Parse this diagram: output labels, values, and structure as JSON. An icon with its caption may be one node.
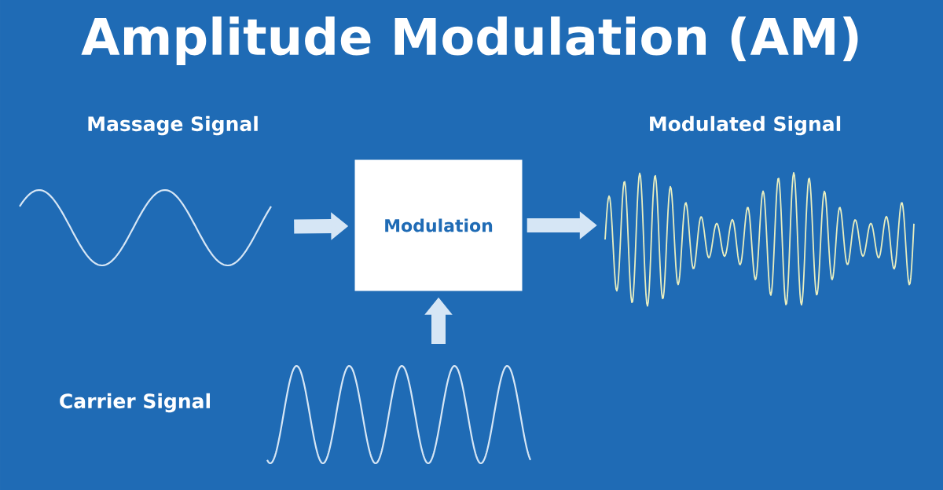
{
  "diagram": {
    "title": "Amplitude Modulation (AM)",
    "nodes": [
      {
        "text": [
          "Massage Signal"
        ]
      },
      {
        "text": [
          "Modulation"
        ]
      },
      {
        "text": [
          "Modulated Signal"
        ]
      },
      {
        "text": [
          "Carrier Signal"
        ]
      }
    ],
    "edges": [
      {
        "from": 0,
        "to": 1,
        "arrow": "to"
      },
      {
        "from": 1,
        "to": 2,
        "arrow": "to"
      },
      {
        "from": 3,
        "to": 1,
        "arrow": "to"
      }
    ]
  }
}
